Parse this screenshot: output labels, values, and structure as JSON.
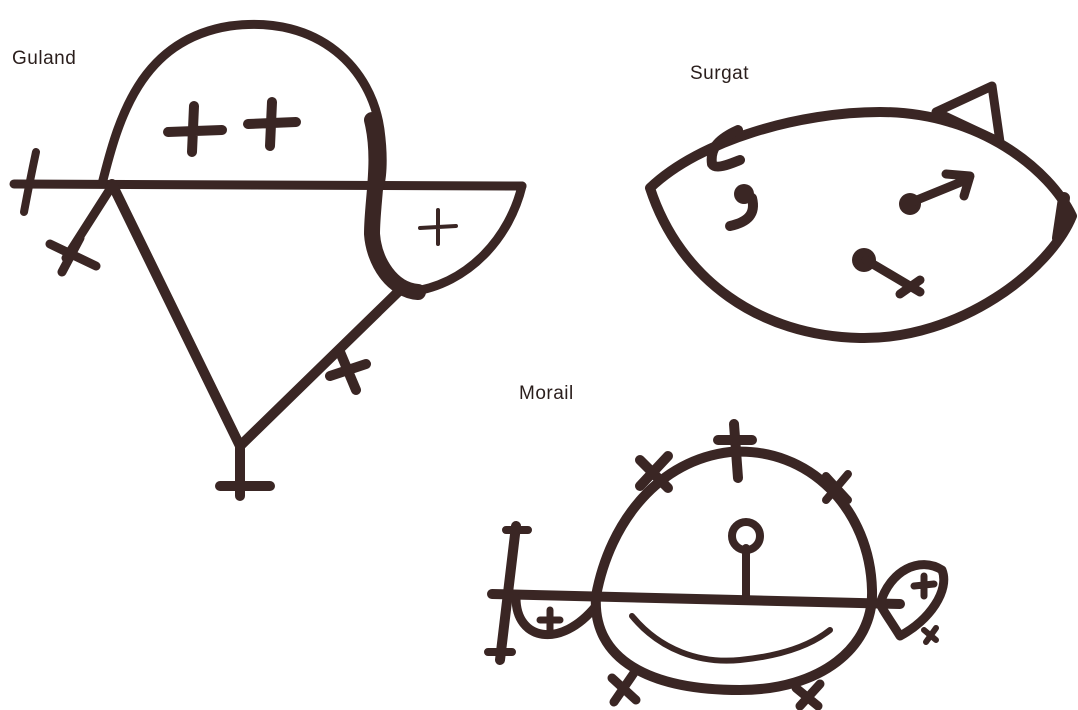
{
  "sigils": {
    "guland": {
      "name": "Guland"
    },
    "surgat": {
      "name": "Surgat"
    },
    "morail": {
      "name": "Morail"
    }
  },
  "colors": {
    "ink": "#3a2624",
    "paper": "#ffffff"
  }
}
